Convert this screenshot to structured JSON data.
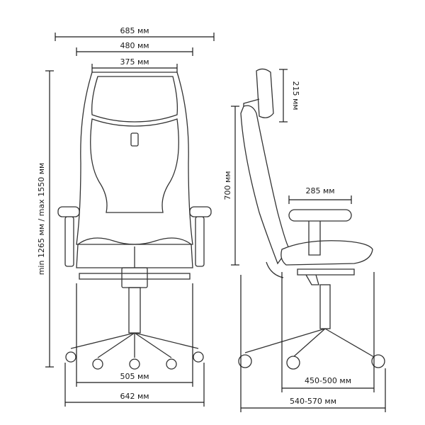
{
  "front_view": {
    "overall_width": "685 мм",
    "seat_width": "480 мм",
    "back_width": "375 мм",
    "height_range": "min 1265 мм / max 1550 мм",
    "base_inner_width": "505 мм",
    "base_outer_width": "642 мм"
  },
  "side_view": {
    "headrest_height": "215 мм",
    "back_height": "700 мм",
    "armrest_length": "285 мм",
    "seat_depth": "450-500 мм",
    "total_depth": "540-570 мм"
  },
  "colors": {
    "line": "#333333",
    "background": "#ffffff"
  }
}
